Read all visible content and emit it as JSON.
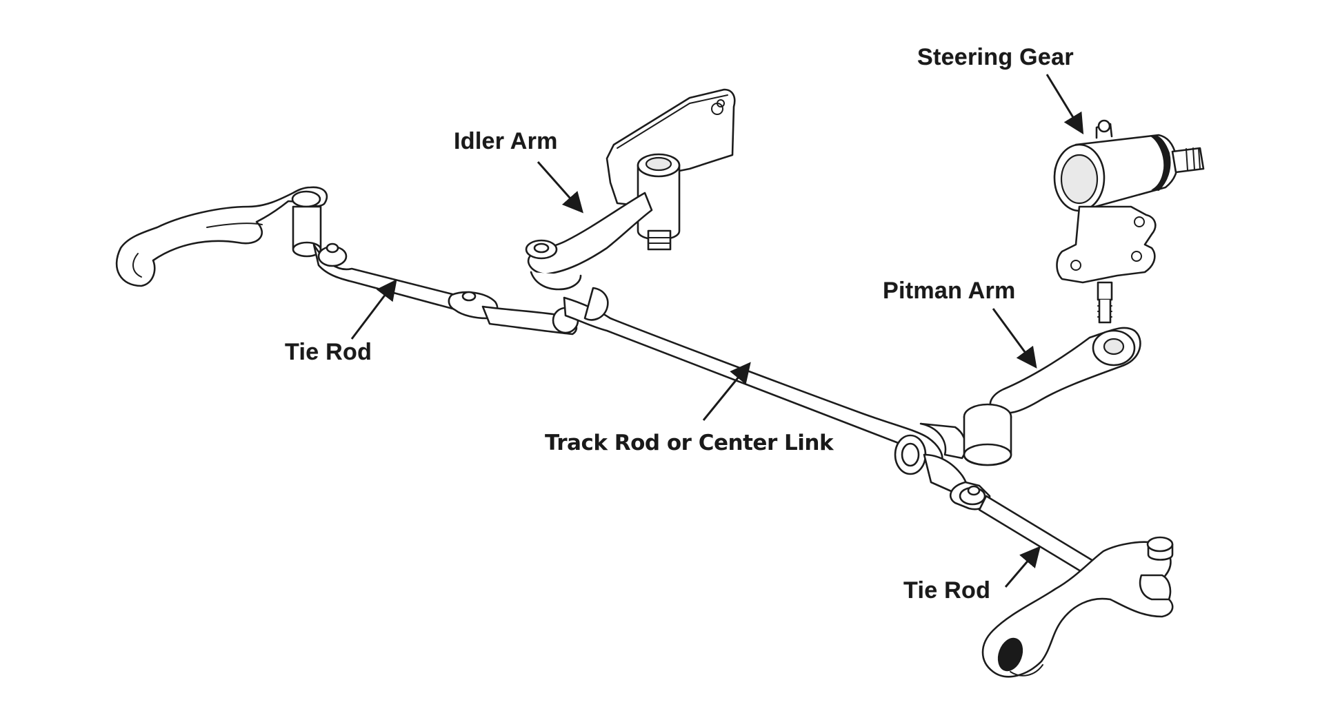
{
  "diagram": {
    "labels": {
      "steering_gear": "Steering Gear",
      "idler_arm": "Idler Arm",
      "pitman_arm": "Pitman Arm",
      "tie_rod_left": "Tie Rod",
      "tie_rod_right": "Tie Rod",
      "center_link": "Track Rod or Center Link"
    },
    "colors": {
      "line": "#1c1c1c",
      "background": "#ffffff"
    }
  }
}
